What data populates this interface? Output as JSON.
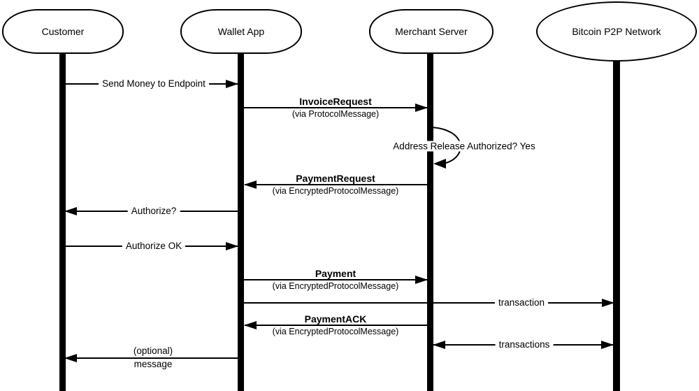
{
  "diagram": {
    "type": "sequence",
    "background": "#ffffff",
    "line_color": "#000000",
    "shape_fill": "#ffffff",
    "actors": [
      {
        "name": "Customer",
        "shape": "terminator"
      },
      {
        "name": "Wallet App",
        "shape": "terminator"
      },
      {
        "name": "Merchant Server",
        "shape": "terminator"
      },
      {
        "name": "Bitcoin P2P Network",
        "shape": "ellipse"
      }
    ],
    "messages": [
      {
        "label": "Send Money to Endpoint",
        "from": "Customer",
        "to": "Wallet App",
        "direction": "right"
      },
      {
        "label": "InvoiceRequest",
        "sublabel": "(via ProtocolMessage)",
        "from": "Wallet App",
        "to": "Merchant Server",
        "direction": "right"
      },
      {
        "label": "Address Release Authorized? Yes",
        "from": "Merchant Server",
        "to": "Merchant Server",
        "direction": "self"
      },
      {
        "label": "PaymentRequest",
        "sublabel": "(via EncryptedProtocolMessage)",
        "from": "Merchant Server",
        "to": "Wallet App",
        "direction": "left"
      },
      {
        "label": "Authorize?",
        "from": "Wallet App",
        "to": "Customer",
        "direction": "left"
      },
      {
        "label": "Authorize OK",
        "from": "Customer",
        "to": "Wallet App",
        "direction": "right"
      },
      {
        "label": "Payment",
        "sublabel": "(via EncryptedProtocolMessage)",
        "from": "Wallet App",
        "to": "Merchant Server",
        "direction": "right"
      },
      {
        "label": "transaction",
        "from": "Wallet App",
        "to": "Bitcoin P2P Network",
        "direction": "right"
      },
      {
        "label": "PaymentACK",
        "sublabel": "(via EncryptedProtocolMessage)",
        "from": "Merchant Server",
        "to": "Wallet App",
        "direction": "left"
      },
      {
        "label": "transactions",
        "from": "Merchant Server",
        "to": "Bitcoin P2P Network",
        "direction": "both"
      },
      {
        "label": "(optional)",
        "sublabel": "message",
        "from": "Wallet App",
        "to": "Customer",
        "direction": "left"
      }
    ]
  }
}
